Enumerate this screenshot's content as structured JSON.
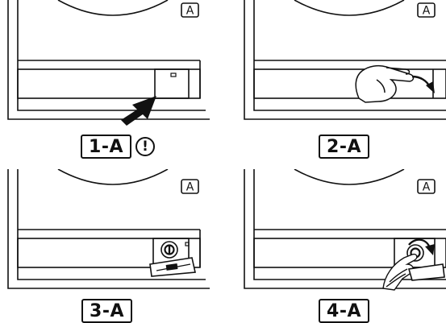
{
  "caption": "",
  "panels": [
    {
      "id": "1-A",
      "step_label": "1-A",
      "corner_badge": "A",
      "warning_symbol": "!",
      "action": "press-cover"
    },
    {
      "id": "2-A",
      "step_label": "2-A",
      "corner_badge": "A",
      "action": "open-cover"
    },
    {
      "id": "3-A",
      "step_label": "3-A",
      "corner_badge": "A",
      "action": "cover-open"
    },
    {
      "id": "4-A",
      "step_label": "4-A",
      "corner_badge": "A",
      "action": "turn-filter"
    }
  ],
  "colors": {
    "line": "#111111",
    "background": "#ffffff"
  }
}
